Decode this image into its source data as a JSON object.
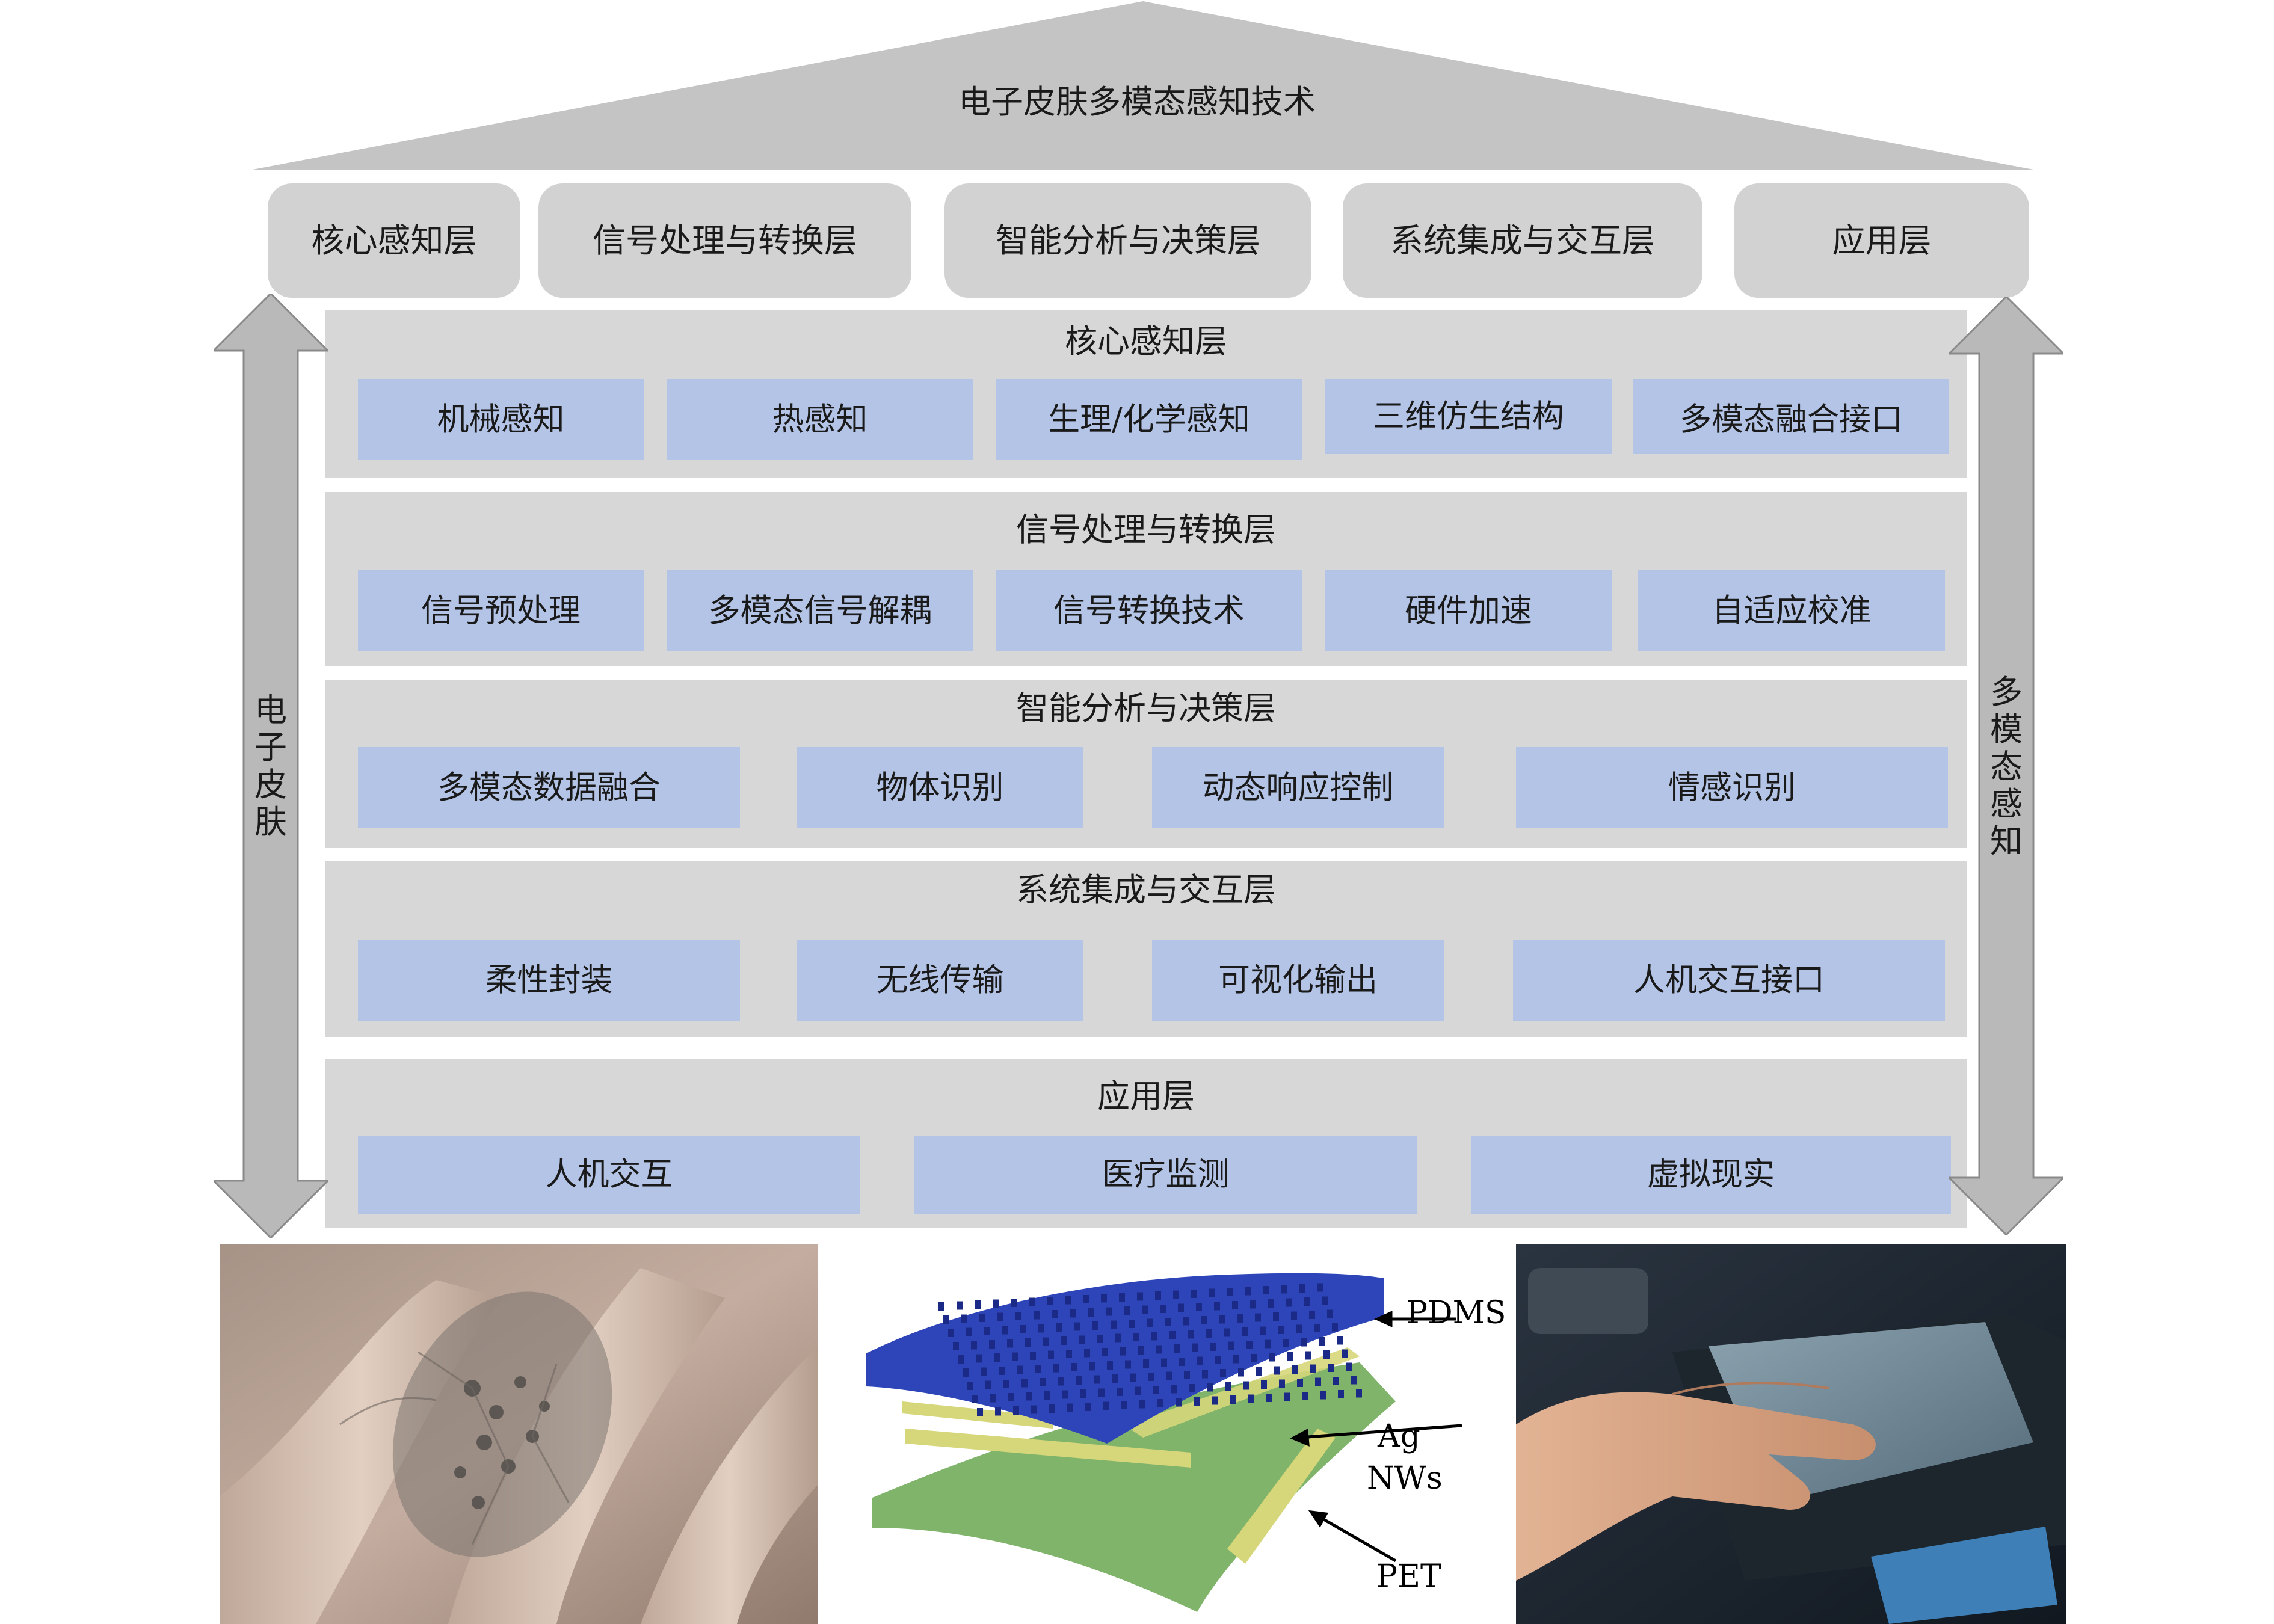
{
  "title": "电子皮肤多模态感知技术",
  "header_tabs": [
    "核心感知层",
    "信号处理与转换层",
    "智能分析与决策层",
    "系统集成与交互层",
    "应用层"
  ],
  "layers": [
    {
      "title": "核心感知层",
      "items": [
        "机械感知",
        "热感知",
        "生理/化学感知",
        "三维仿生结构",
        "多模态融合接口"
      ]
    },
    {
      "title": "信号处理与转换层",
      "items": [
        "信号预处理",
        "多模态信号解耦",
        "信号转换技术",
        "硬件加速",
        "自适应校准"
      ]
    },
    {
      "title": "智能分析与决策层",
      "items": [
        "多模态数据融合",
        "物体识别",
        "动态响应控制",
        "情感识别"
      ]
    },
    {
      "title": "系统集成与交互层",
      "items": [
        "柔性封装",
        "无线传输",
        "可视化输出",
        "人机交互接口"
      ]
    },
    {
      "title": "应用层",
      "items": [
        "人机交互",
        "医疗监测",
        "虚拟现实"
      ]
    }
  ],
  "left_arrow_label": "电子皮肤",
  "right_arrow_label": "多模态感知",
  "sensor_labels": {
    "pdms": "PDMS",
    "ag": "Ag",
    "nws": "NWs",
    "pet": "PET"
  },
  "colors": {
    "box": "#b3c4e6",
    "layer": "#d7d7d7",
    "header": "#d2d2d2",
    "roof": "#c4c4c4",
    "arrow": "#b9b9b9"
  },
  "icons": [
    "double-arrow-left",
    "double-arrow-right",
    "skin-hand-photo",
    "sensor-layers-diagram",
    "hand-device-photo"
  ]
}
